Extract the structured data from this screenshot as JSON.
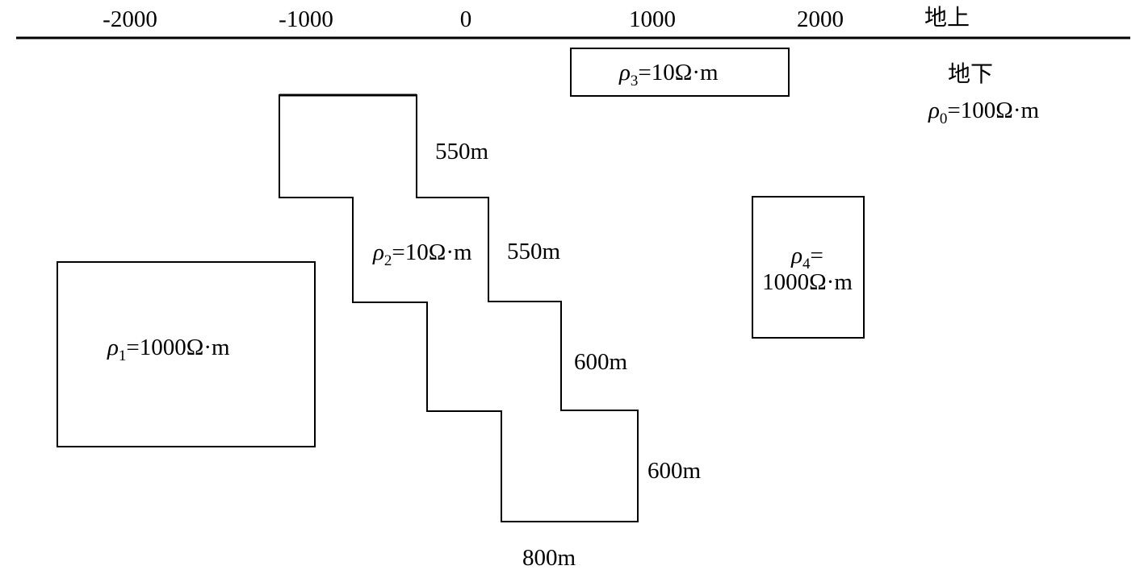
{
  "axis": {
    "ticks": [
      "-2000",
      "-1000",
      "0",
      "1000",
      "2000"
    ],
    "above_ground_label": "地上",
    "below_ground_label": "地下"
  },
  "background_medium": {
    "symbol": "ρ",
    "subscript": "0",
    "value": "=100Ω·m"
  },
  "blocks": {
    "rho1": {
      "symbol": "ρ",
      "subscript": "1",
      "value": "=1000Ω·m"
    },
    "rho2": {
      "symbol": "ρ",
      "subscript": "2",
      "value": "=10Ω·m"
    },
    "rho3": {
      "symbol": "ρ",
      "subscript": "3",
      "value": "=10Ω·m"
    },
    "rho4": {
      "symbol": "ρ",
      "subscript": "4",
      "value": "=",
      "value_line2": "1000Ω·m"
    }
  },
  "dimensions": [
    "550m",
    "550m",
    "600m",
    "600m",
    "800m"
  ],
  "colors": {
    "stroke": "#000000",
    "background": "#ffffff"
  }
}
